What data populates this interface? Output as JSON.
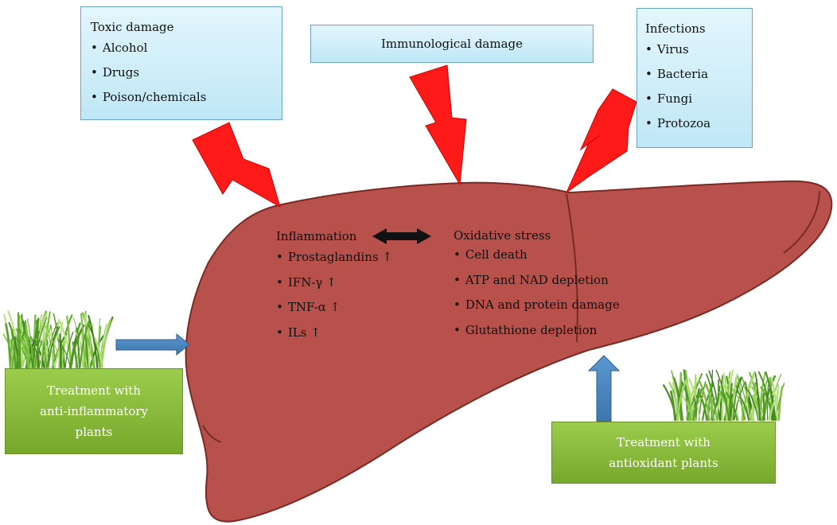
{
  "toxic": {
    "title": "Toxic damage",
    "items": [
      "Alcohol",
      "Drugs",
      "Poison/chemicals"
    ]
  },
  "immunological": {
    "title": "Immunological damage"
  },
  "infections": {
    "title": "Infections",
    "items": [
      "Virus",
      "Bacteria",
      "Fungi",
      "Protozoa"
    ]
  },
  "inflammation": {
    "title": "Inflammation",
    "items": [
      "Prostaglandins ↑",
      "IFN-γ ↑",
      "TNF-α ↑",
      "ILs ↑"
    ]
  },
  "oxidative": {
    "title": "Oxidative stress",
    "items": [
      "Cell death",
      "ATP and NAD depletion",
      "DNA and protein damage",
      "Glutathione depletion"
    ]
  },
  "treatment_anti_inflammatory": {
    "lines": [
      "Treatment with",
      "anti-inflammatory",
      "plants"
    ]
  },
  "treatment_antioxidant": {
    "lines": [
      "Treatment with",
      "antioxidant plants"
    ]
  },
  "colors": {
    "liver": "#b8504b",
    "liver_outline": "#7a2a25",
    "lightning": "#ff1a1a",
    "box_fill": "#cdeefa",
    "treatment_fill": "#8abd3b",
    "blue_arrow": "#4a86c0",
    "grass": "#5aa02c"
  }
}
